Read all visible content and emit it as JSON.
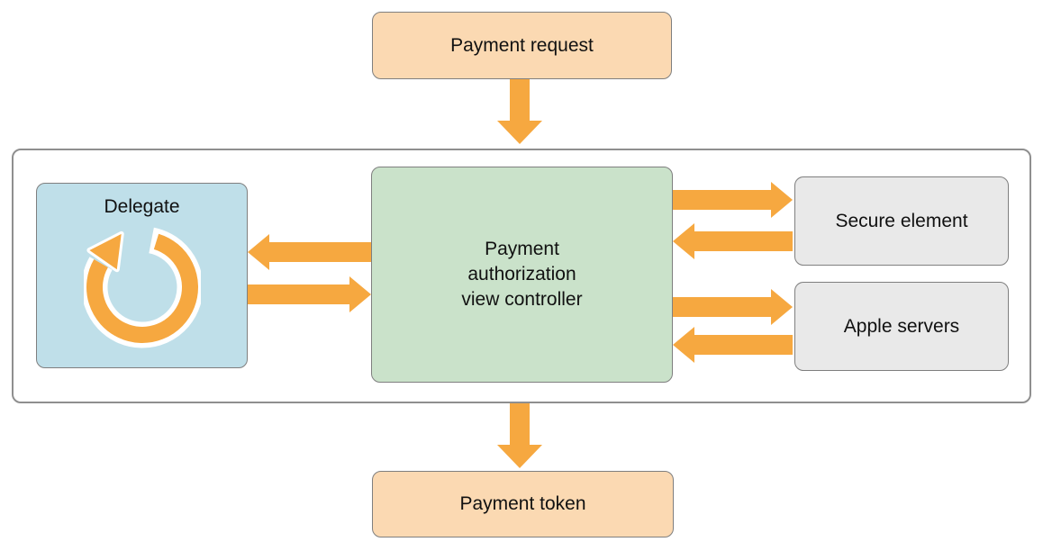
{
  "colors": {
    "arrow-orange": "#F6A840",
    "node-peach": "#FBD9B2",
    "node-blue": "#BFDFE9",
    "node-green": "#CAE2CA",
    "node-gray": "#E9E9E9",
    "node-border": "#7F7F7F",
    "frame-border": "#8F8F8F",
    "text": "#111111"
  },
  "nodes": {
    "payment_request": {
      "label": "Payment request"
    },
    "delegate": {
      "label": "Delegate",
      "icon": "loop-arrow-icon"
    },
    "payment_authorization_view_controller": {
      "label": "Payment authorization view controller",
      "lines": [
        "Payment",
        "authorization",
        "view controller"
      ]
    },
    "secure_element": {
      "label": "Secure element"
    },
    "apple_servers": {
      "label": "Apple servers"
    },
    "payment_token": {
      "label": "Payment token"
    }
  },
  "edges": [
    {
      "from": "payment_request",
      "to": "payment_authorization_view_controller",
      "direction": "down"
    },
    {
      "from": "payment_authorization_view_controller",
      "to": "delegate",
      "direction": "left"
    },
    {
      "from": "delegate",
      "to": "payment_authorization_view_controller",
      "direction": "right"
    },
    {
      "from": "payment_authorization_view_controller",
      "to": "secure_element",
      "direction": "right"
    },
    {
      "from": "secure_element",
      "to": "payment_authorization_view_controller",
      "direction": "left"
    },
    {
      "from": "payment_authorization_view_controller",
      "to": "apple_servers",
      "direction": "right"
    },
    {
      "from": "apple_servers",
      "to": "payment_authorization_view_controller",
      "direction": "left"
    },
    {
      "from": "payment_authorization_view_controller",
      "to": "payment_token",
      "direction": "down"
    }
  ]
}
